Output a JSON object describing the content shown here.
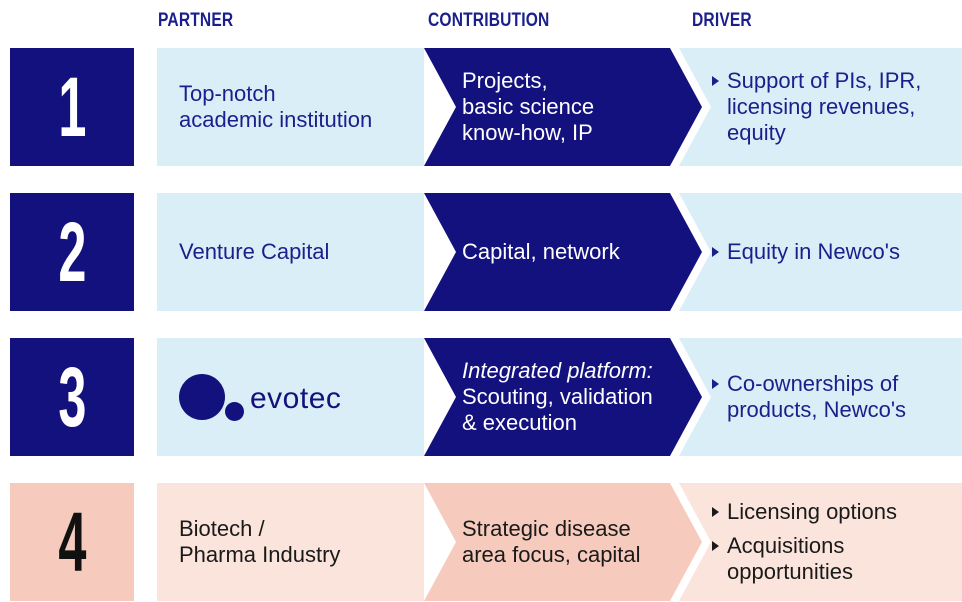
{
  "headers": {
    "partner": "PARTNER",
    "contribution": "CONTRIBUTION",
    "driver": "DRIVER"
  },
  "colors": {
    "dark_blue": "#13117e",
    "light_blue": "#d9eef7",
    "text_blue": "#1a1f8c",
    "salmon": "#f6cbbd",
    "light_salmon": "#fbe4dc"
  },
  "rows": [
    {
      "number": "1",
      "partner_lines": [
        "Top-notch",
        "academic institution"
      ],
      "contribution_lines": [
        "Projects,",
        "basic science",
        "know-how, IP"
      ],
      "driver_lines": [
        "Support of PIs, IPR,",
        "licensing revenues,",
        "equity"
      ]
    },
    {
      "number": "2",
      "partner_lines": [
        "Venture Capital"
      ],
      "contribution_lines": [
        "Capital, network"
      ],
      "driver_lines": [
        "Equity in Newco's"
      ]
    },
    {
      "number": "3",
      "partner_logo": {
        "icon": "evotec-logo",
        "wordmark": "evotec"
      },
      "contribution_italic": "Integrated platform:",
      "contribution_lines": [
        "Scouting, validation",
        "& execution"
      ],
      "driver_lines": [
        "Co-ownerships of",
        "products, Newco's"
      ]
    },
    {
      "number": "4",
      "partner_lines": [
        "Biotech /",
        "Pharma Industry"
      ],
      "contribution_lines": [
        "Strategic disease",
        "area focus, capital"
      ],
      "driver_bullets": [
        [
          "Licensing options"
        ],
        [
          "Acquisitions",
          "opportunities"
        ]
      ]
    }
  ]
}
